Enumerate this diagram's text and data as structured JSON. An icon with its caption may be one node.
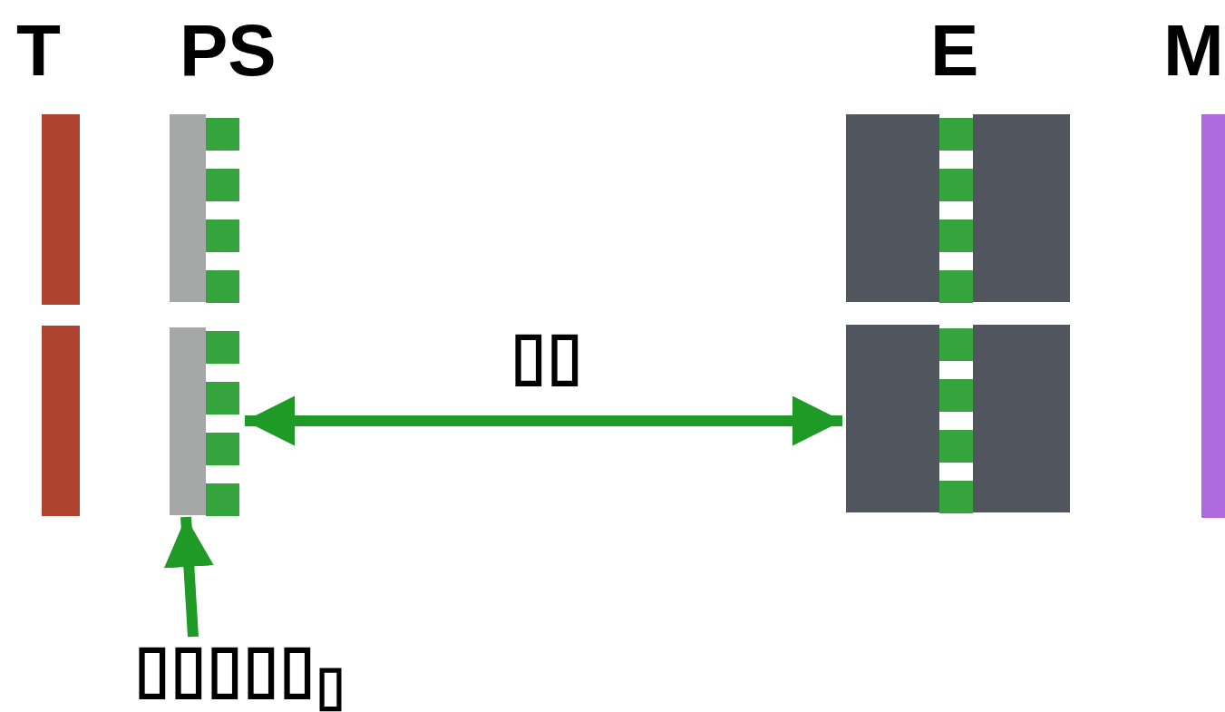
{
  "diagram": {
    "nodes": [
      {
        "text": [],
        "shape": "bar"
      },
      {
        "text": [],
        "shape": "bar"
      },
      {
        "text": [],
        "shape": "bar"
      },
      {
        "text": [],
        "shape": "bar"
      },
      {
        "text": [],
        "shape": "box"
      },
      {
        "text": [],
        "shape": "box"
      },
      {
        "text": [],
        "shape": "bar"
      },
      {
        "text": [
          "▯▯▯▯▯$_{▯}$"
        ]
      }
    ],
    "edges": [
      {
        "from": 3,
        "to": 5,
        "arrow": "both",
        "label": "▯▯"
      },
      {
        "from": 7,
        "to": 3,
        "arrow": "to"
      }
    ],
    "labels": [
      "T",
      "PS",
      "E",
      "M"
    ]
  }
}
